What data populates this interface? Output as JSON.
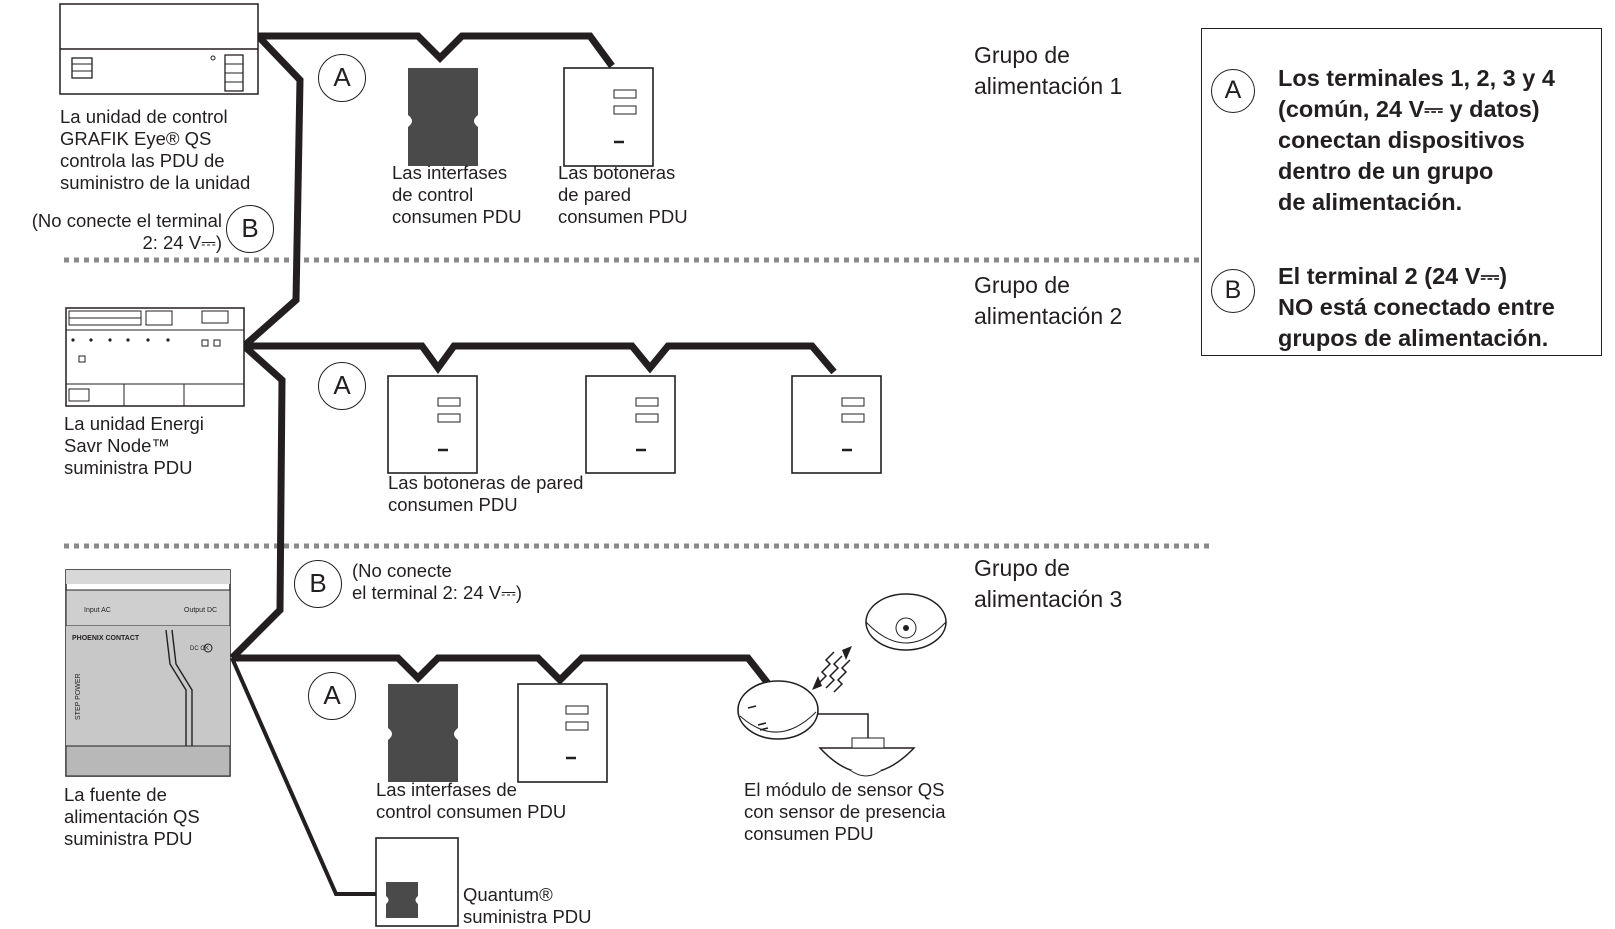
{
  "groups": [
    {
      "line1": "Grupo de",
      "line2": "alimentación 1"
    },
    {
      "line1": "Grupo de",
      "line2": "alimentación 2"
    },
    {
      "line1": "Grupo de",
      "line2": "alimentación 3"
    }
  ],
  "labels": {
    "grafik": [
      "La unidad de control",
      "GRAFIK Eye® QS",
      "controla las PDU de",
      "suministro de la unidad"
    ],
    "no_connect_1": [
      "(No conecte el terminal",
      "2: 24 V⎓)"
    ],
    "interfaces_1": [
      "Las interfases",
      "de control",
      "consumen PDU"
    ],
    "botoneras_1": [
      "Las botoneras",
      "de pared",
      "consumen PDU"
    ],
    "energi": [
      "La unidad Energi",
      "Savr Node™",
      "suministra PDU"
    ],
    "botoneras_2": [
      "Las botoneras de pared",
      "consumen PDU"
    ],
    "no_connect_2": [
      "(No conecte",
      "el terminal 2: 24 V⎓)"
    ],
    "fuente": [
      "La fuente de",
      "alimentación QS",
      "suministra PDU"
    ],
    "interfaces_3": [
      "Las interfases de",
      "control consumen PDU"
    ],
    "sensor": [
      "El módulo de sensor QS",
      "con sensor de presencia",
      "consumen PDU"
    ],
    "quantum": [
      "Quantum®",
      "suministra PDU"
    ]
  },
  "markers": {
    "a": "A",
    "b": "B"
  },
  "legend": {
    "a_marker": "A",
    "a_text": [
      "Los terminales 1, 2, 3 y 4",
      "(común, 24 V⎓ y datos)",
      "conectan dispositivos",
      "dentro de un grupo",
      "de alimentación."
    ],
    "b_marker": "B",
    "b_text": [
      "El terminal 2 (24 V⎓)",
      "NO está conectado entre",
      "grupos de alimentación."
    ]
  },
  "device_text": {
    "psu_input": "Input AC",
    "psu_output": "Output DC",
    "psu_brand": "PHOENIX CONTACT",
    "psu_dc_ok": "DC OK",
    "psu_step": "STEP POWER"
  }
}
